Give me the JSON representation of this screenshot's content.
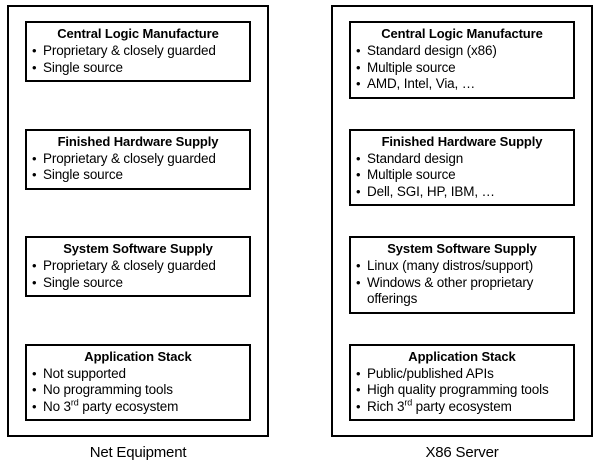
{
  "diagram": {
    "columns": [
      {
        "caption": "Net Equipment",
        "layers": [
          {
            "title": "Central Logic Manufacture",
            "bullets": [
              {
                "text": "Proprietary & closely guarded"
              },
              {
                "text": "Single source"
              }
            ]
          },
          {
            "title": "Finished Hardware Supply",
            "bullets": [
              {
                "text": "Proprietary & closely guarded"
              },
              {
                "text": "Single source"
              }
            ]
          },
          {
            "title": "System Software Supply",
            "bullets": [
              {
                "text": "Proprietary & closely guarded"
              },
              {
                "text": "Single source"
              }
            ]
          },
          {
            "title": "Application Stack",
            "bullets": [
              {
                "text": "Not supported"
              },
              {
                "text": "No programming tools"
              },
              {
                "pre": "No 3",
                "sup": "rd",
                "post": " party ecosystem"
              }
            ]
          }
        ]
      },
      {
        "caption": "X86 Server",
        "layers": [
          {
            "title": "Central Logic Manufacture",
            "bullets": [
              {
                "text": "Standard design (x86)"
              },
              {
                "text": "Multiple source"
              },
              {
                "text": "AMD, Intel, Via, …"
              }
            ]
          },
          {
            "title": "Finished Hardware Supply",
            "bullets": [
              {
                "text": "Standard design"
              },
              {
                "text": "Multiple source"
              },
              {
                "text": "Dell, SGI, HP, IBM, …"
              }
            ]
          },
          {
            "title": "System Software Supply",
            "bullets": [
              {
                "text": "Linux (many distros/support)"
              },
              {
                "text": "Windows & other proprietary offerings"
              }
            ]
          },
          {
            "title": "Application Stack",
            "bullets": [
              {
                "text": "Public/published APIs"
              },
              {
                "text": "High quality programming tools"
              },
              {
                "pre": "Rich 3",
                "sup": "rd",
                "post": " party ecosystem"
              }
            ]
          }
        ]
      }
    ]
  },
  "colors": {
    "background": "#ffffff",
    "border": "#000000",
    "text": "#000000"
  }
}
